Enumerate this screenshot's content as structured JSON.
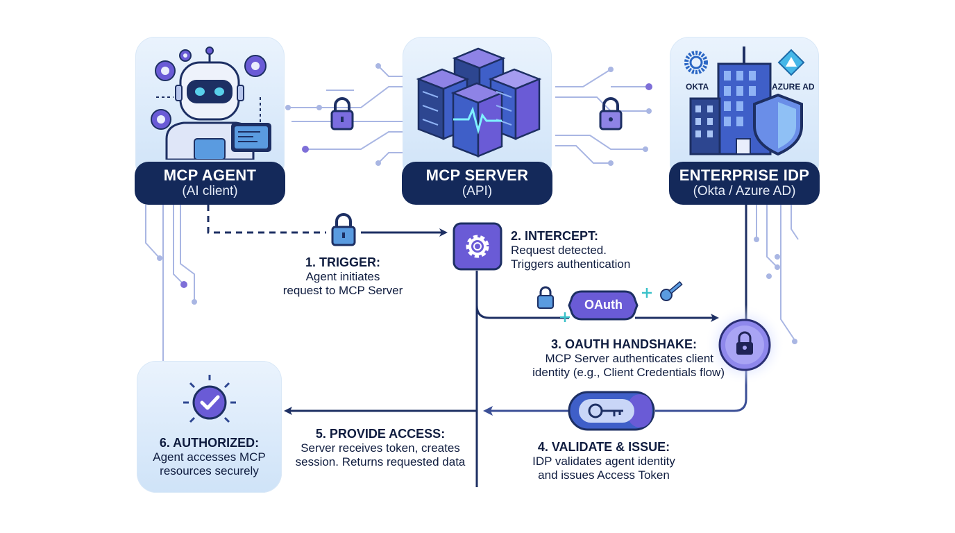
{
  "nodes": {
    "agent": {
      "title": "MCP AGENT",
      "subtitle": "(AI client)"
    },
    "server": {
      "title": "MCP SERVER",
      "subtitle": "(API)"
    },
    "idp": {
      "title": "ENTERPRISE IDP",
      "subtitle": "(Okta / Azure AD)",
      "logo_left": "OKTA",
      "logo_right": "AZURE AD"
    }
  },
  "oauth_badge": "OAuth",
  "steps": [
    {
      "title": "1. TRIGGER:",
      "lines": [
        "Agent initiates",
        "request to MCP Server"
      ]
    },
    {
      "title": "2. INTERCEPT:",
      "lines": [
        "Request detected.",
        "Triggers authentication"
      ]
    },
    {
      "title": "3. OAUTH HANDSHAKE:",
      "lines": [
        "MCP Server authenticates client",
        "identity (e.g., Client Credentials flow)"
      ]
    },
    {
      "title": "4. VALIDATE & ISSUE:",
      "lines": [
        "IDP validates agent identity",
        "and issues Access Token"
      ]
    },
    {
      "title": "5. PROVIDE ACCESS:",
      "lines": [
        "Server receives token, creates",
        "session. Returns requested data"
      ]
    },
    {
      "title": "6. AUTHORIZED:",
      "lines": [
        "Agent accesses MCP",
        "resources securely"
      ]
    }
  ],
  "colors": {
    "navy": "#14295a",
    "arrow": "#1d2f63",
    "purple": "#6a5bd6",
    "circuit": "#a9b6e3",
    "card": "#d6e8fa"
  }
}
